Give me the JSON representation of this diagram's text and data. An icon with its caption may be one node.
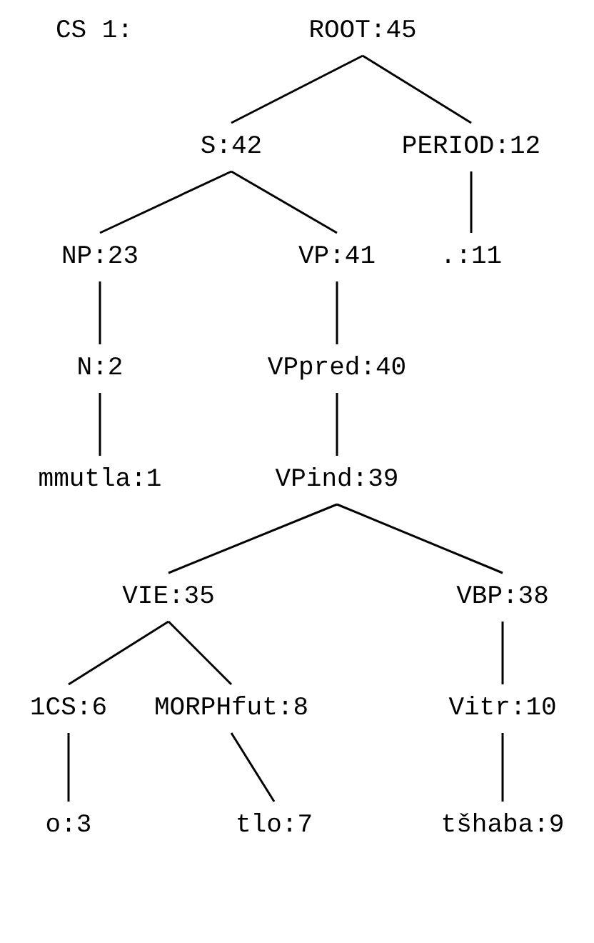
{
  "diagram": {
    "nodes": [
      {
        "text": [
          "ROOT:45"
        ]
      },
      {
        "text": [
          "S:42"
        ]
      },
      {
        "text": [
          "PERIOD:12"
        ]
      },
      {
        "text": [
          "NP:23"
        ]
      },
      {
        "text": [
          "VP:41"
        ]
      },
      {
        "text": [
          ".:11"
        ]
      },
      {
        "text": [
          "N:2"
        ]
      },
      {
        "text": [
          "VPpred:40"
        ]
      },
      {
        "text": [
          "mmutla:1"
        ]
      },
      {
        "text": [
          "VPind:39"
        ]
      },
      {
        "text": [
          "VIE:35"
        ]
      },
      {
        "text": [
          "VBP:38"
        ]
      },
      {
        "text": [
          "1CS:6"
        ]
      },
      {
        "text": [
          "MORPHfut:8"
        ]
      },
      {
        "text": [
          "Vitr:10"
        ]
      },
      {
        "text": [
          "o:3"
        ]
      },
      {
        "text": [
          "tlo:7"
        ]
      },
      {
        "text": [
          "tšhaba:9"
        ]
      }
    ],
    "edges": [
      {
        "from": 0,
        "to": 1,
        "arrow": "none"
      },
      {
        "from": 0,
        "to": 2,
        "arrow": "none"
      },
      {
        "from": 1,
        "to": 3,
        "arrow": "none"
      },
      {
        "from": 1,
        "to": 4,
        "arrow": "none"
      },
      {
        "from": 2,
        "to": 5,
        "arrow": "none"
      },
      {
        "from": 3,
        "to": 6,
        "arrow": "none"
      },
      {
        "from": 4,
        "to": 7,
        "arrow": "none"
      },
      {
        "from": 6,
        "to": 8,
        "arrow": "none"
      },
      {
        "from": 7,
        "to": 9,
        "arrow": "none"
      },
      {
        "from": 9,
        "to": 10,
        "arrow": "none"
      },
      {
        "from": 9,
        "to": 11,
        "arrow": "none"
      },
      {
        "from": 10,
        "to": 12,
        "arrow": "none"
      },
      {
        "from": 10,
        "to": 13,
        "arrow": "none"
      },
      {
        "from": 11,
        "to": 14,
        "arrow": "none"
      },
      {
        "from": 12,
        "to": 15,
        "arrow": "none"
      },
      {
        "from": 13,
        "to": 16,
        "arrow": "none"
      },
      {
        "from": 14,
        "to": 17,
        "arrow": "none"
      }
    ],
    "labels": [
      "CS 1:"
    ]
  }
}
